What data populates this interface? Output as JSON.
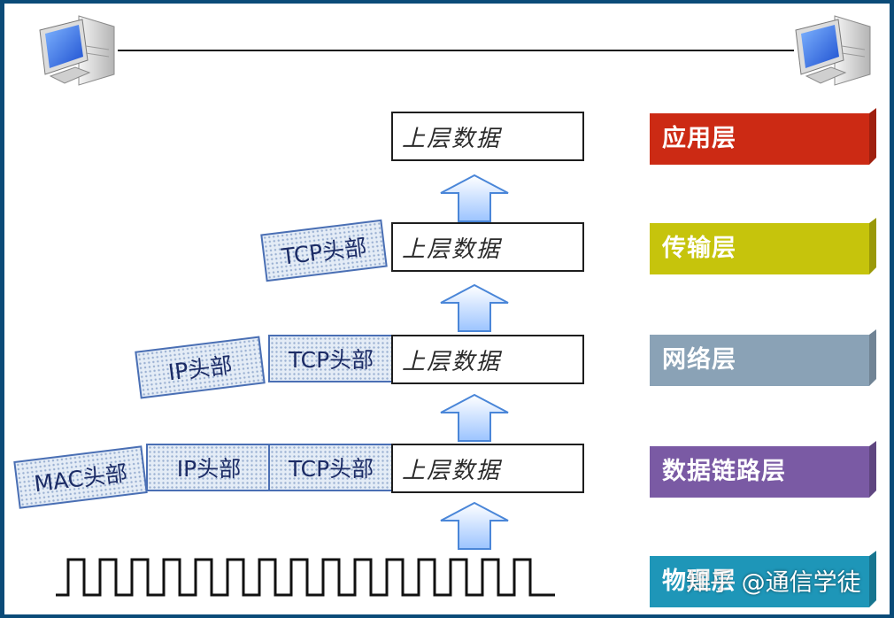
{
  "data_label": "上层数据",
  "tcp_header": "TCP头部",
  "ip_header": "IP头部",
  "mac_header": "MAC头部",
  "layers": {
    "application": {
      "label": "应用层",
      "color": "#cc2a14"
    },
    "transport": {
      "label": "传输层",
      "color": "#c6c40c"
    },
    "network": {
      "label": "网络层",
      "color": "#8aa2b6"
    },
    "datalink": {
      "label": "数据链路层",
      "color": "#7a5aa4"
    },
    "physical": {
      "label": "物理层",
      "color": "#1e96b8"
    }
  },
  "watermark": "知乎 @通信学徒",
  "icons": {
    "computer": "desktop-computer-icon",
    "arrow": "up-arrow-icon"
  }
}
